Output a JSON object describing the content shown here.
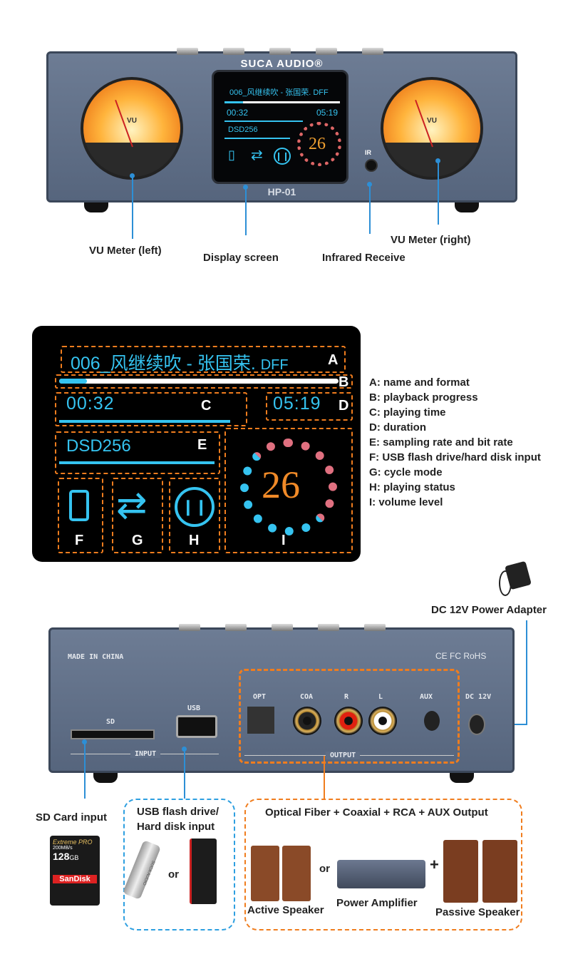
{
  "front": {
    "brand": "SUCA AUDIO®",
    "model": "HP-01",
    "ir": "IR",
    "vu_text": "VU",
    "screen": {
      "title": "006_风继续吹 - 张国荣. DFF",
      "elapsed": "00:32",
      "duration": "05:19",
      "rate": "DSD256",
      "volume": "26"
    },
    "callouts": [
      "VU Meter (left)",
      "Display screen",
      "Infrared Receive",
      "VU Meter (right)"
    ]
  },
  "display": {
    "title_prefix": "006_风继续吹 - 张国荣.",
    "format": "DFF",
    "elapsed": "00:32",
    "duration": "05:19",
    "rate": "DSD256",
    "volume": "26",
    "progress": 0.1,
    "box_letters": {
      "a": "A",
      "b": "B",
      "c": "C",
      "d": "D",
      "e": "E",
      "f": "F",
      "g": "G",
      "h": "H",
      "i": "I"
    },
    "legend": [
      "A: name and format",
      "B: playback progress",
      "C: playing time",
      "D: duration",
      "E: sampling rate and bit rate",
      "F: USB flash drive/hard disk input",
      "G: cycle mode",
      "H: playing status",
      "I: volume level"
    ]
  },
  "rear": {
    "made_in": "MADE IN CHINA",
    "certs": "CE FC RoHS",
    "sd": "SD",
    "usb": "USB",
    "input": "INPUT",
    "output": "OUTPUT",
    "opt": "OPT",
    "coa": "COA",
    "r": "R",
    "l": "L",
    "aux": "AUX",
    "dc": "DC 12V"
  },
  "adapter_label": "DC 12V Power Adapter",
  "bottom": {
    "sd_label": "SD Card input",
    "sd_card": {
      "brand": "SanDisk",
      "line": "Extreme PRO",
      "capacity": "128",
      "unit": "GB",
      "speed": "200MB/s"
    },
    "usb_label_1": "USB flash drive/",
    "usb_label_2": "Hard disk input",
    "or": "or",
    "usb_stick_text": "SUCA AUDIO",
    "output_title": "Optical Fiber + Coaxial + RCA + AUX Output",
    "active": "Active Speaker",
    "amp": "Power Amplifier",
    "passive": "Passive Speaker",
    "plus": "+"
  }
}
